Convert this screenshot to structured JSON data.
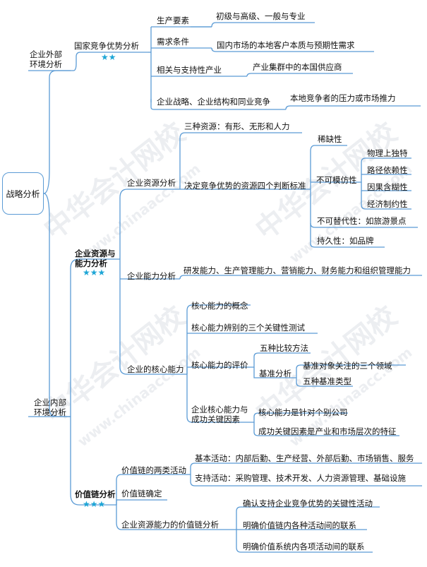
{
  "watermark": {
    "cn": "中华会计网校",
    "url": "www.chinaacc.com"
  },
  "root": "战略分析",
  "external": {
    "label_l1": "企业外部",
    "label_l2": "环境分析",
    "branch": "国家竞争优势分析",
    "stars": "★★",
    "items": [
      {
        "name": "生产要素",
        "detail": "初级与高级、一般与专业"
      },
      {
        "name": "需求条件",
        "detail": "国内市场的本地客户本质与预期性需求"
      },
      {
        "name": "相关与支持性产业",
        "detail": "产业集群中的本国供应商"
      },
      {
        "name": "企业战略、企业结构和同业竞争",
        "detail": "本地竞争者的压力或市场推力"
      }
    ]
  },
  "internal": {
    "label_l1": "企业内部",
    "label_l2": "环境分析",
    "resources_ability": {
      "label_l1": "企业资源与",
      "label_l2": "能力分析",
      "stars": "★★★",
      "resource": {
        "label": "企业资源分析",
        "three_resources": "三种资源：有形、无形和人力",
        "four_criteria": "决定竞争优势的资源四个判断标准",
        "scarcity": "稀缺性",
        "inimitability": "不可模仿性",
        "inimitability_items": [
          "物理上独特",
          "路径依赖性",
          "因果含糊性",
          "经济制约性"
        ],
        "non_substitutable": "不可替代性：如旅游景点",
        "durability": "持久性：如品牌"
      },
      "capability": {
        "label": "企业能力分析",
        "detail": "研发能力、生产管理能力、营销能力、财务能力和组织管理能力"
      },
      "core": {
        "label": "企业的核心能力",
        "concept": "核心能力的概念",
        "tests": "核心能力辨别的三个关键性测试",
        "evaluation": "核心能力的评价",
        "five_methods": "五种比较方法",
        "benchmark": "基准分析",
        "benchmark_items": [
          "基准对象关注的三个领域",
          "五种基准类型"
        ],
        "csf_l1": "企业核心能力与",
        "csf_l2": "成功关键因素",
        "csf_items": [
          "核心能力是针对个别公司",
          "成功关键因素是产业和市场层次的特征"
        ]
      }
    },
    "value_chain": {
      "label": "价值链分析",
      "stars": "★★★",
      "two_types": "价值链的两类活动",
      "basic": "基本活动：内部后勤、生产经营、外部后勤、市场销售、服务",
      "support": "支持活动：采购管理、技术开发、人力资源管理、基础设施",
      "confirm": "价值链确定",
      "resource_ability": "企业资源能力的价值链分析",
      "ra_items": [
        "确认支持企业竞争优势的关键性活动",
        "明确价值链内各种活动间的联系",
        "明确价值系统内各项活动间的联系"
      ]
    }
  },
  "colors": {
    "line": "#5b9bd5",
    "stars": "#1ea6d6"
  }
}
